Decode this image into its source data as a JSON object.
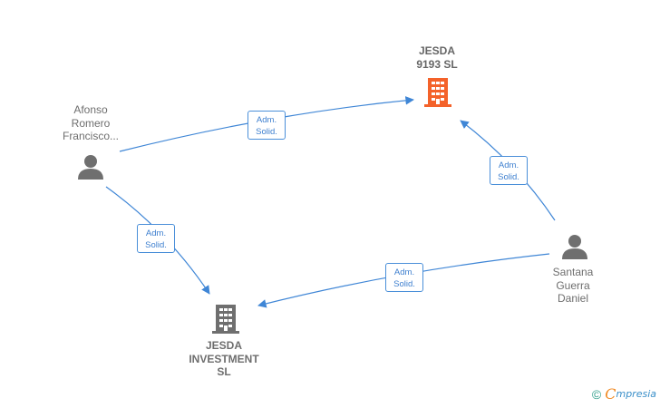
{
  "nodes": {
    "jesda_9193": {
      "label": "JESDA\n9193  SL",
      "kind": "company",
      "color": "#f4622a"
    },
    "jesda_investment": {
      "label": "JESDA\nINVESTMENT\nSL",
      "kind": "company",
      "color": "#6f6f6f"
    },
    "afonso": {
      "label": "Afonso\nRomero\nFrancisco...",
      "kind": "person",
      "color": "#6f6f6f"
    },
    "santana": {
      "label": "Santana\nGuerra\nDaniel",
      "kind": "person",
      "color": "#6f6f6f"
    }
  },
  "edges": [
    {
      "from": "afonso",
      "to": "jesda_9193",
      "label": "Adm.\nSolid."
    },
    {
      "from": "afonso",
      "to": "jesda_investment",
      "label": "Adm.\nSolid."
    },
    {
      "from": "santana",
      "to": "jesda_9193",
      "label": "Adm.\nSolid."
    },
    {
      "from": "santana",
      "to": "jesda_investment",
      "label": "Adm.\nSolid."
    }
  ],
  "colors": {
    "edge": "#3f86d6",
    "edge_label_text": "#3d7fcf"
  },
  "footer": {
    "copyright": "©",
    "brand_initial": "C",
    "brand_rest": "mpresia"
  }
}
